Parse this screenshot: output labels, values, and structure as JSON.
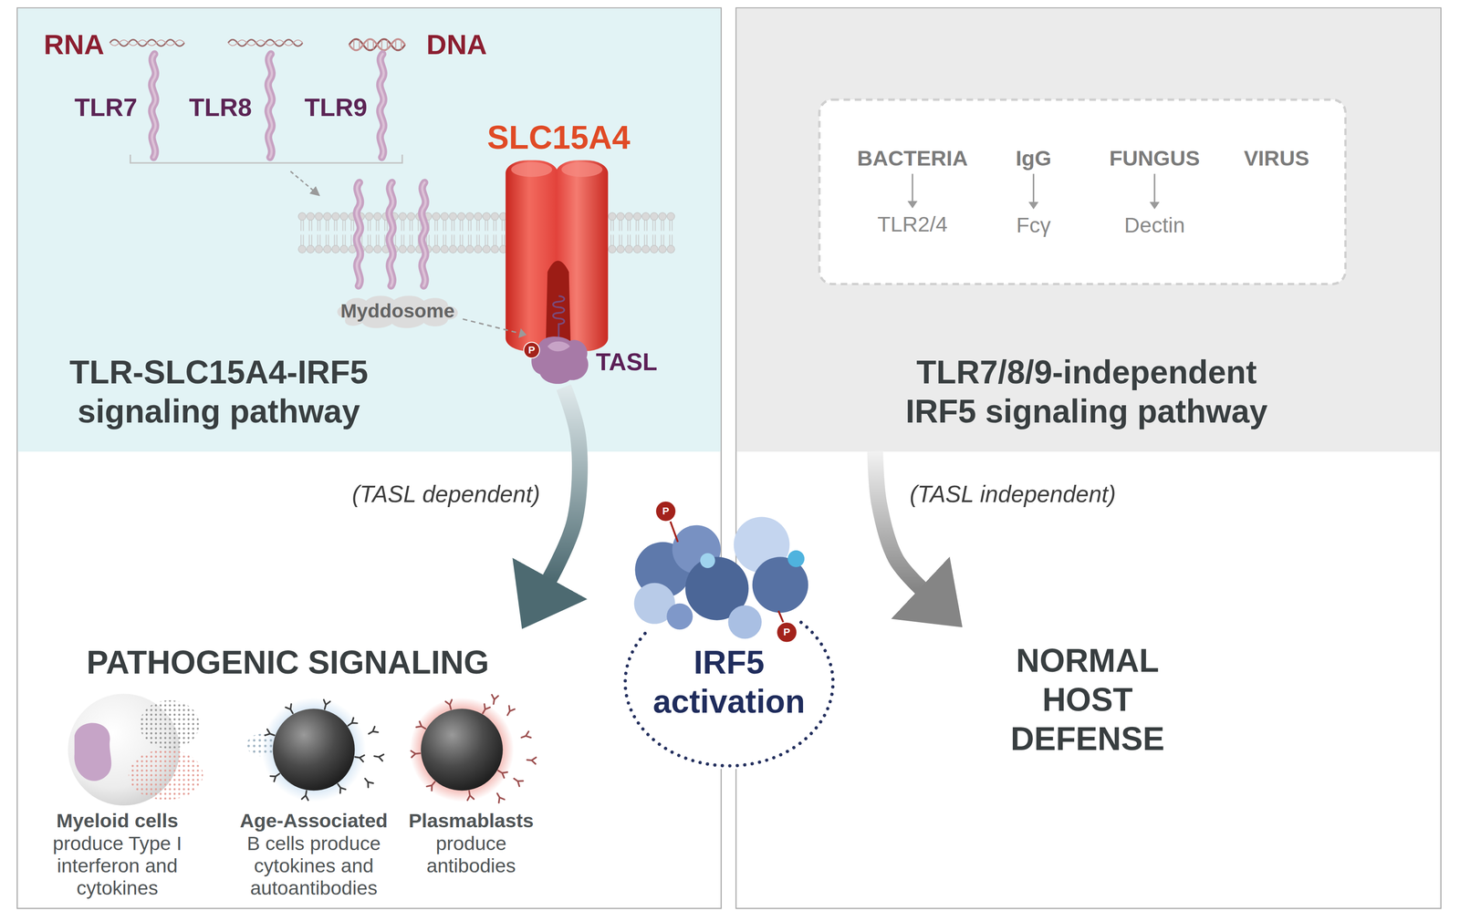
{
  "diagram": {
    "nodes": [
      {
        "text": [
          "TLR-SLC15A4-IRF5 signaling pathway"
        ]
      },
      {
        "text": [
          "SLC15A4"
        ],
        "in": 0
      },
      {
        "text": [
          "Myddosome"
        ],
        "in": 0
      },
      {
        "text": [
          "TASL"
        ],
        "in": 0
      },
      {
        "text": [
          "PATHOGENIC SIGNALING"
        ]
      },
      {
        "text": [
          "Myeloid cells produce Type I interferon and cytokines"
        ],
        "in": 4
      },
      {
        "text": [
          "Age-Associated B cells produce cytokines and autoantibodies"
        ],
        "in": 4
      },
      {
        "text": [
          "Plasmablasts produce antibodies"
        ],
        "in": 4
      },
      {
        "text": [
          "IRF5 activation"
        ]
      },
      {
        "text": [
          "TLR7/8/9-independent IRF5 signaling pathway"
        ]
      },
      {
        "text": [
          "BACTERIA"
        ],
        "in": 9
      },
      {
        "text": [
          "TLR2/4"
        ],
        "in": 9
      },
      {
        "text": [
          "IgG"
        ],
        "in": 9
      },
      {
        "text": [
          "Fcγ"
        ],
        "in": 9
      },
      {
        "text": [
          "FUNGUS"
        ],
        "in": 9
      },
      {
        "text": [
          "Dectin"
        ],
        "in": 9
      },
      {
        "text": [
          "VIRUS"
        ],
        "in": 9
      },
      {
        "text": [
          "NORMAL HOST DEFENSE"
        ]
      }
    ],
    "edges": [
      {
        "from": 2,
        "to": 3,
        "arrow": "to"
      },
      {
        "from": 3,
        "to": 4,
        "label": "(TASL dependent)",
        "arrow": "to"
      },
      {
        "from": 9,
        "to": 17,
        "label": "(TASL independent)",
        "arrow": "to"
      },
      {
        "from": 10,
        "to": 11,
        "arrow": "to"
      },
      {
        "from": 12,
        "to": 13,
        "arrow": "to"
      },
      {
        "from": 14,
        "to": 15,
        "arrow": "to"
      }
    ],
    "labels": [
      "RNA",
      "DNA",
      "TLR7",
      "TLR8",
      "TLR9",
      "P",
      "P",
      "P"
    ]
  }
}
